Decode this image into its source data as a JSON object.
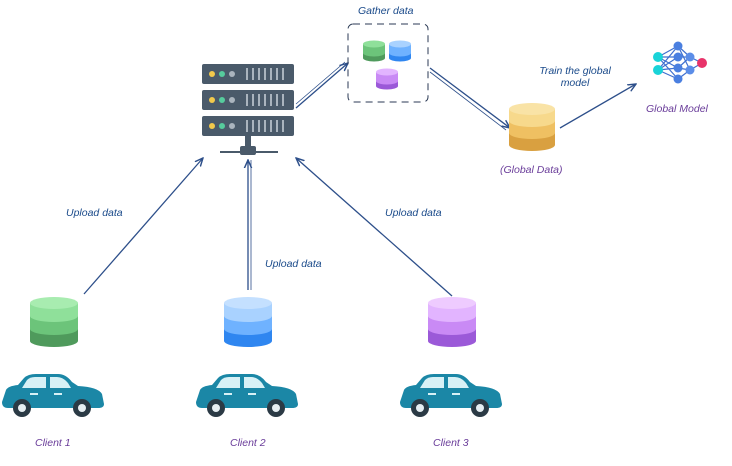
{
  "labels": {
    "gather_data": "Gather data",
    "upload_left": "Upload data",
    "upload_middle": "Upload data",
    "upload_right": "Upload data",
    "train_line1": "Train the global",
    "train_line2": "model",
    "global_data": "(Global Data)",
    "global_model": "Global Model"
  },
  "clients": [
    {
      "name": "Client 1",
      "db_color": "green"
    },
    {
      "name": "Client 2",
      "db_color": "blue"
    },
    {
      "name": "Client 3",
      "db_color": "purple"
    }
  ],
  "colors": {
    "arrow": "#2d4f8a",
    "server": "#4a5a6a",
    "car_body": "#1b87a6",
    "green_db": [
      "#8fe09a",
      "#6cc47a",
      "#4f9a5c"
    ],
    "blue_db": [
      "#a9d2ff",
      "#6fb2ff",
      "#2f86f0"
    ],
    "purple_db": [
      "#e2b4ff",
      "#c98af5",
      "#9b59d8"
    ],
    "gold_db": [
      "#f7d98c",
      "#efc062",
      "#d9a040"
    ],
    "model_node_cyan": "#19d3d8",
    "model_node_blue": "#4a7fe0",
    "model_node_red": "#e8336a"
  },
  "icons": [
    "server-icon",
    "database-icon",
    "car-icon",
    "neural-network-icon"
  ]
}
